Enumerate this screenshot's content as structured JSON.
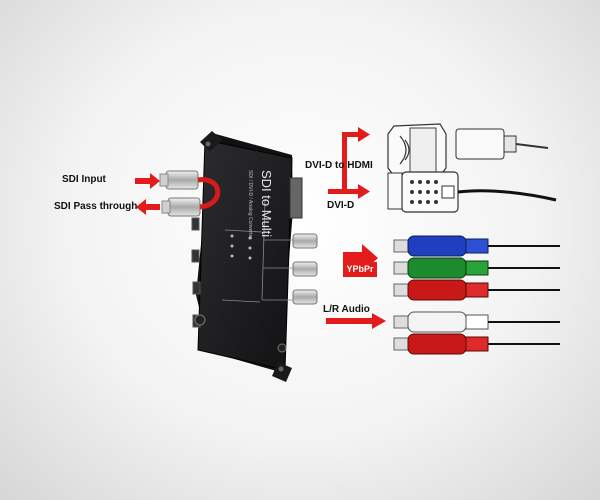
{
  "labels": {
    "sdi_input": "SDI Input",
    "sdi_pass_through": "SDI Pass through",
    "dvi_to_hdmi": "DVI-D to HDMI",
    "dvi_d": "DVI-D",
    "ypbpr": "YPbPr",
    "lr_audio": "L/R Audio"
  },
  "device": {
    "title": "SDI to Multi",
    "subtitle": "SDI / DVI-D / Analog Converter"
  },
  "colors": {
    "arrow": "#e21b1b",
    "device_body": "#1c1c1f",
    "component_blue": "#1f3fbf",
    "component_green": "#1e8a2e",
    "component_red": "#c81818",
    "audio_white": "#f4f4f4",
    "audio_red": "#c81818"
  },
  "icons": [
    "hdmi-plug-icon",
    "dvi-plug-icon",
    "rca-plug-icon",
    "wireless-signal-icon"
  ]
}
